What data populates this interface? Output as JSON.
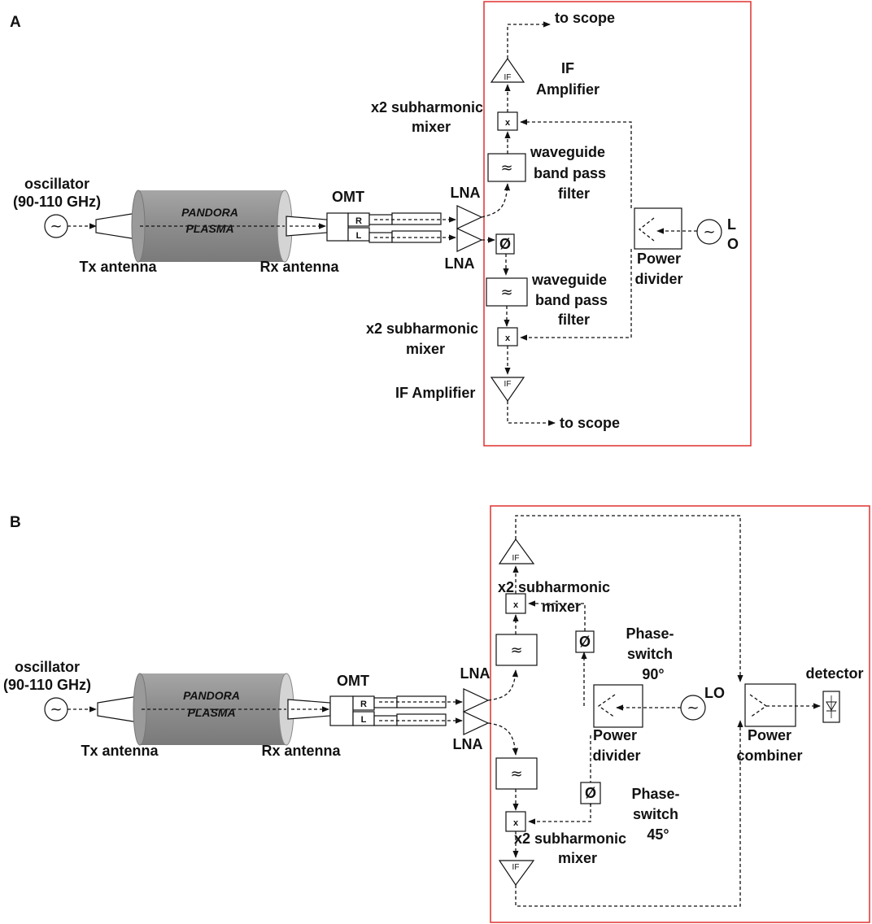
{
  "panel_a": {
    "letter": "A",
    "oscillator_line1": "oscillator",
    "oscillator_line2": "(90-110 GHz)",
    "plasma_line1": "PANDORA",
    "plasma_line2": "PLASMA",
    "tx_antenna": "Tx antenna",
    "rx_antenna": "Rx antenna",
    "omt": "OMT",
    "omt_r": "R",
    "omt_l": "L",
    "lna_top": "LNA",
    "lna_bottom": "LNA",
    "to_scope_top": "to scope",
    "to_scope_bottom": "to scope",
    "if_amp_line1": "IF",
    "if_amp_line2": "Amplifier",
    "if_amp_bottom": "IF Amplifier",
    "mixer_top_line1": "x2 subharmonic",
    "mixer_top_line2": "mixer",
    "mixer_bottom_line1": "x2 subharmonic",
    "mixer_bottom_line2": "mixer",
    "filter_top_line1": "waveguide",
    "filter_top_line2": "band pass",
    "filter_top_line3": "filter",
    "filter_bottom_line1": "waveguide",
    "filter_bottom_line2": "band pass",
    "filter_bottom_line3": "filter",
    "lo_l": "L",
    "lo_o": "O",
    "divider_line1": "Power",
    "divider_line2": "divider",
    "if_tag": "IF",
    "x_tag": "x",
    "phi": "Ø"
  },
  "panel_b": {
    "letter": "B",
    "oscillator_line1": "oscillator",
    "oscillator_line2": "(90-110 GHz)",
    "plasma_line1": "PANDORA",
    "plasma_line2": "PLASMA",
    "tx_antenna": "Tx antenna",
    "rx_antenna": "Rx antenna",
    "omt": "OMT",
    "omt_r": "R",
    "omt_l": "L",
    "lna_top": "LNA",
    "lna_bottom": "LNA",
    "mixer_top_line1": "x2 subharmonic",
    "mixer_top_line2": "mixer",
    "mixer_bottom_line1": "x2 subharmonic",
    "mixer_bottom_line2": "mixer",
    "phase_top_line1": "Phase-",
    "phase_top_line2": "switch",
    "phase_top_line3": "90°",
    "phase_bottom_line1": "Phase-",
    "phase_bottom_line2": "switch",
    "phase_bottom_line3": "45°",
    "lo": "LO",
    "divider_line1": "Power",
    "divider_line2": "divider",
    "combiner_line1": "Power",
    "combiner_line2": "combiner",
    "detector": "detector",
    "if_tag": "IF",
    "x_tag": "x",
    "phi": "Ø"
  },
  "colors": {
    "frame": "#e03131",
    "plasma_fill": "#8c8c8c",
    "ink": "#111111"
  }
}
